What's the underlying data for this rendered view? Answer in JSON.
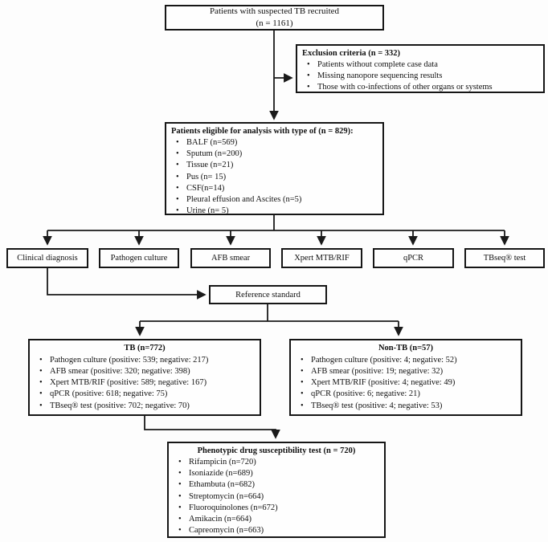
{
  "colors": {
    "line": "#1a1a1a",
    "border": "#161616",
    "background": "#fdfdfd",
    "text": "#111111"
  },
  "flowchart": {
    "recruited": {
      "line1": "Patients with suspected TB recruited",
      "line2": "(n = 1161)"
    },
    "exclusion": {
      "title": "Exclusion criteria (n = 332)",
      "items": [
        "Patients without complete case data",
        "Missing nanopore sequencing results",
        "Those with co-infections of other organs or systems"
      ]
    },
    "eligible": {
      "title": "Patients eligible for analysis with type of (n = 829):",
      "items": [
        "BALF (n=569)",
        "Sputum (n=200)",
        "Tissue (n=21)",
        "Pus (n= 15)",
        "CSF(n=14)",
        "Pleural effusion and Ascites (n=5)",
        "Urine (n= 5)"
      ]
    },
    "tests": [
      "Clinical diagnosis",
      "Pathogen culture",
      "AFB smear",
      "Xpert MTB/RIF",
      "qPCR",
      "TBseq® test"
    ],
    "reference_standard": "Reference standard",
    "tb": {
      "title": "TB (n=772)",
      "items": [
        "Pathogen culture (positive: 539; negative: 217)",
        "AFB smear (positive: 320; negative: 398)",
        "Xpert MTB/RIF (positive: 589; negative: 167)",
        "qPCR (positive: 618; negative: 75)",
        "TBseq® test (positive: 702; negative: 70)"
      ]
    },
    "non_tb": {
      "title": "Non-TB (n=57)",
      "items": [
        "Pathogen culture (positive: 4; negative: 52)",
        "AFB smear (positive: 19; negative: 32)",
        "Xpert MTB/RIF (positive: 4; negative: 49)",
        "qPCR (positive: 6; negative: 21)",
        "TBseq® test (positive: 4; negative: 53)"
      ]
    },
    "dst": {
      "title": "Phenotypic drug susceptibility test (n = 720)",
      "items": [
        "Rifampicin (n=720)",
        "Isoniazide (n=689)",
        "Ethambuta (n=682)",
        "Streptomycin (n=664)",
        "Fluoroquinolones (n=672)",
        "Amikacin (n=664)",
        "Capreomycin (n=663)"
      ]
    }
  }
}
